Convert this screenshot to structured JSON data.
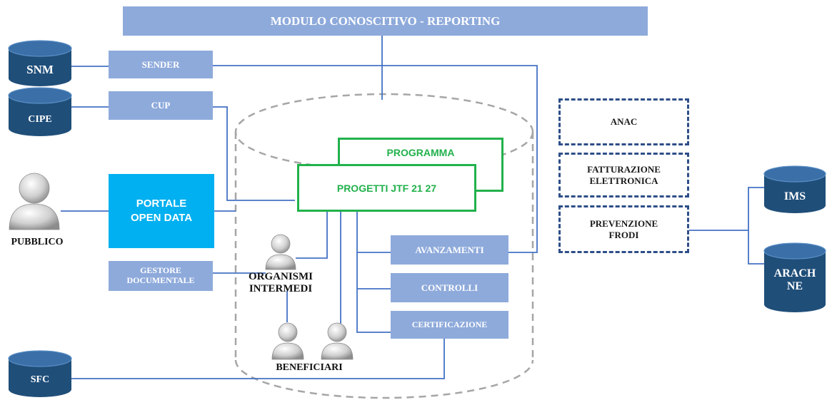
{
  "header": {
    "title": "MODULO CONOSCITIVO - REPORTING"
  },
  "left_boxes": {
    "sender": "SENDER",
    "cup": "CUP",
    "gestore": "GESTORE\nDOCUMENTALE"
  },
  "portal": {
    "label": "PORTALE\nOPEN DATA"
  },
  "core": {
    "programma": "PROGRAMMA",
    "progetti": "PROGETTI  JTF 21 27"
  },
  "modules": {
    "avanzamenti": "AVANZAMENTI",
    "controlli": "CONTROLLI",
    "certificazione": "CERTIFICAZIONE"
  },
  "external": {
    "anac": "ANAC",
    "fatturazione": "FATTURAZIONE\nELETTRONICA",
    "prevenzione": "PREVENZIONE\nFRODI"
  },
  "databases": {
    "snm": "SNM",
    "cipe": "CIPE",
    "sfc": "SFC",
    "ims": "IMS",
    "arachne": "ARACH\nNE"
  },
  "actors": {
    "pubblico": "PUBBLICO",
    "organismi": "ORGANISMI\nINTERMEDI",
    "beneficiari": "BENEFICIARI"
  },
  "colors": {
    "box_blue": "#8eaadb",
    "portal_cyan": "#00b0f0",
    "db_navy": "#1f4e79",
    "green": "#22b14c",
    "line": "#4472c4",
    "dash": "#2e4e88",
    "cylinder_gray": "#a6a6a6"
  }
}
